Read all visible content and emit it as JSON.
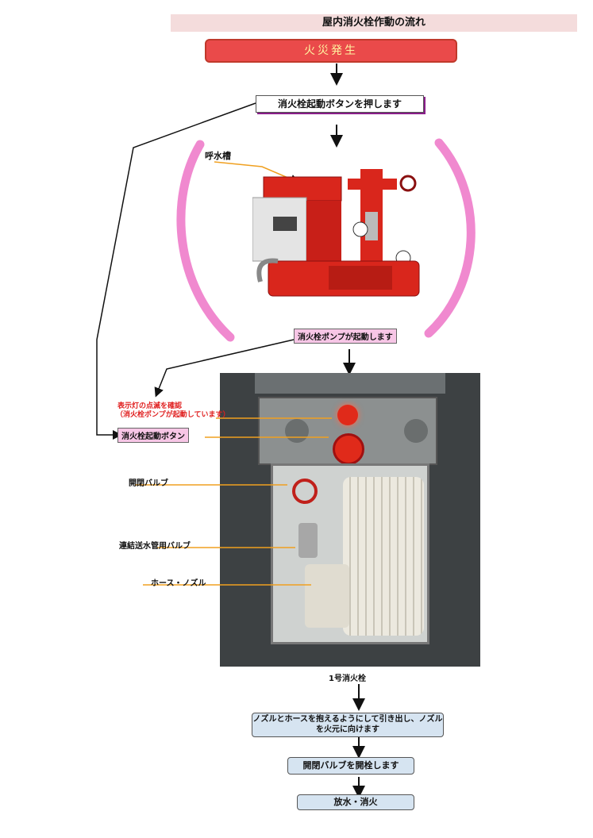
{
  "title": "屋内消火栓作動の流れ",
  "steps": {
    "fire": "火災発生",
    "press_button": "消火栓起動ボタンを押します",
    "pump_starts": "消火栓ポンプが起動します",
    "pull_hose": "ノズルとホースを抱えるようにして引き出し、ノズルを火元に向けます",
    "open_valve": "開閉バルブを開栓します",
    "discharge": "放水・消火"
  },
  "pump_labels": {
    "priming_tank": "呼水槽"
  },
  "cabinet_labels": {
    "indicator_line1": "表示灯の点滅を確認",
    "indicator_line2": "（消火栓ポンプが起動しています）",
    "start_button": "消火栓起動ボタン",
    "open_close_valve": "開閉バルブ",
    "standpipe_valve": "連結送水管用バルブ",
    "hose_nozzle": "ホース・ノズル",
    "caption": "1号消火栓"
  },
  "colors": {
    "fire_red": "#ea4a4a",
    "pump_red": "#d9261c",
    "arrow_orange": "#f0a020",
    "bracket_pink": "#f089cf",
    "step_blue": "#d6e4f1"
  }
}
